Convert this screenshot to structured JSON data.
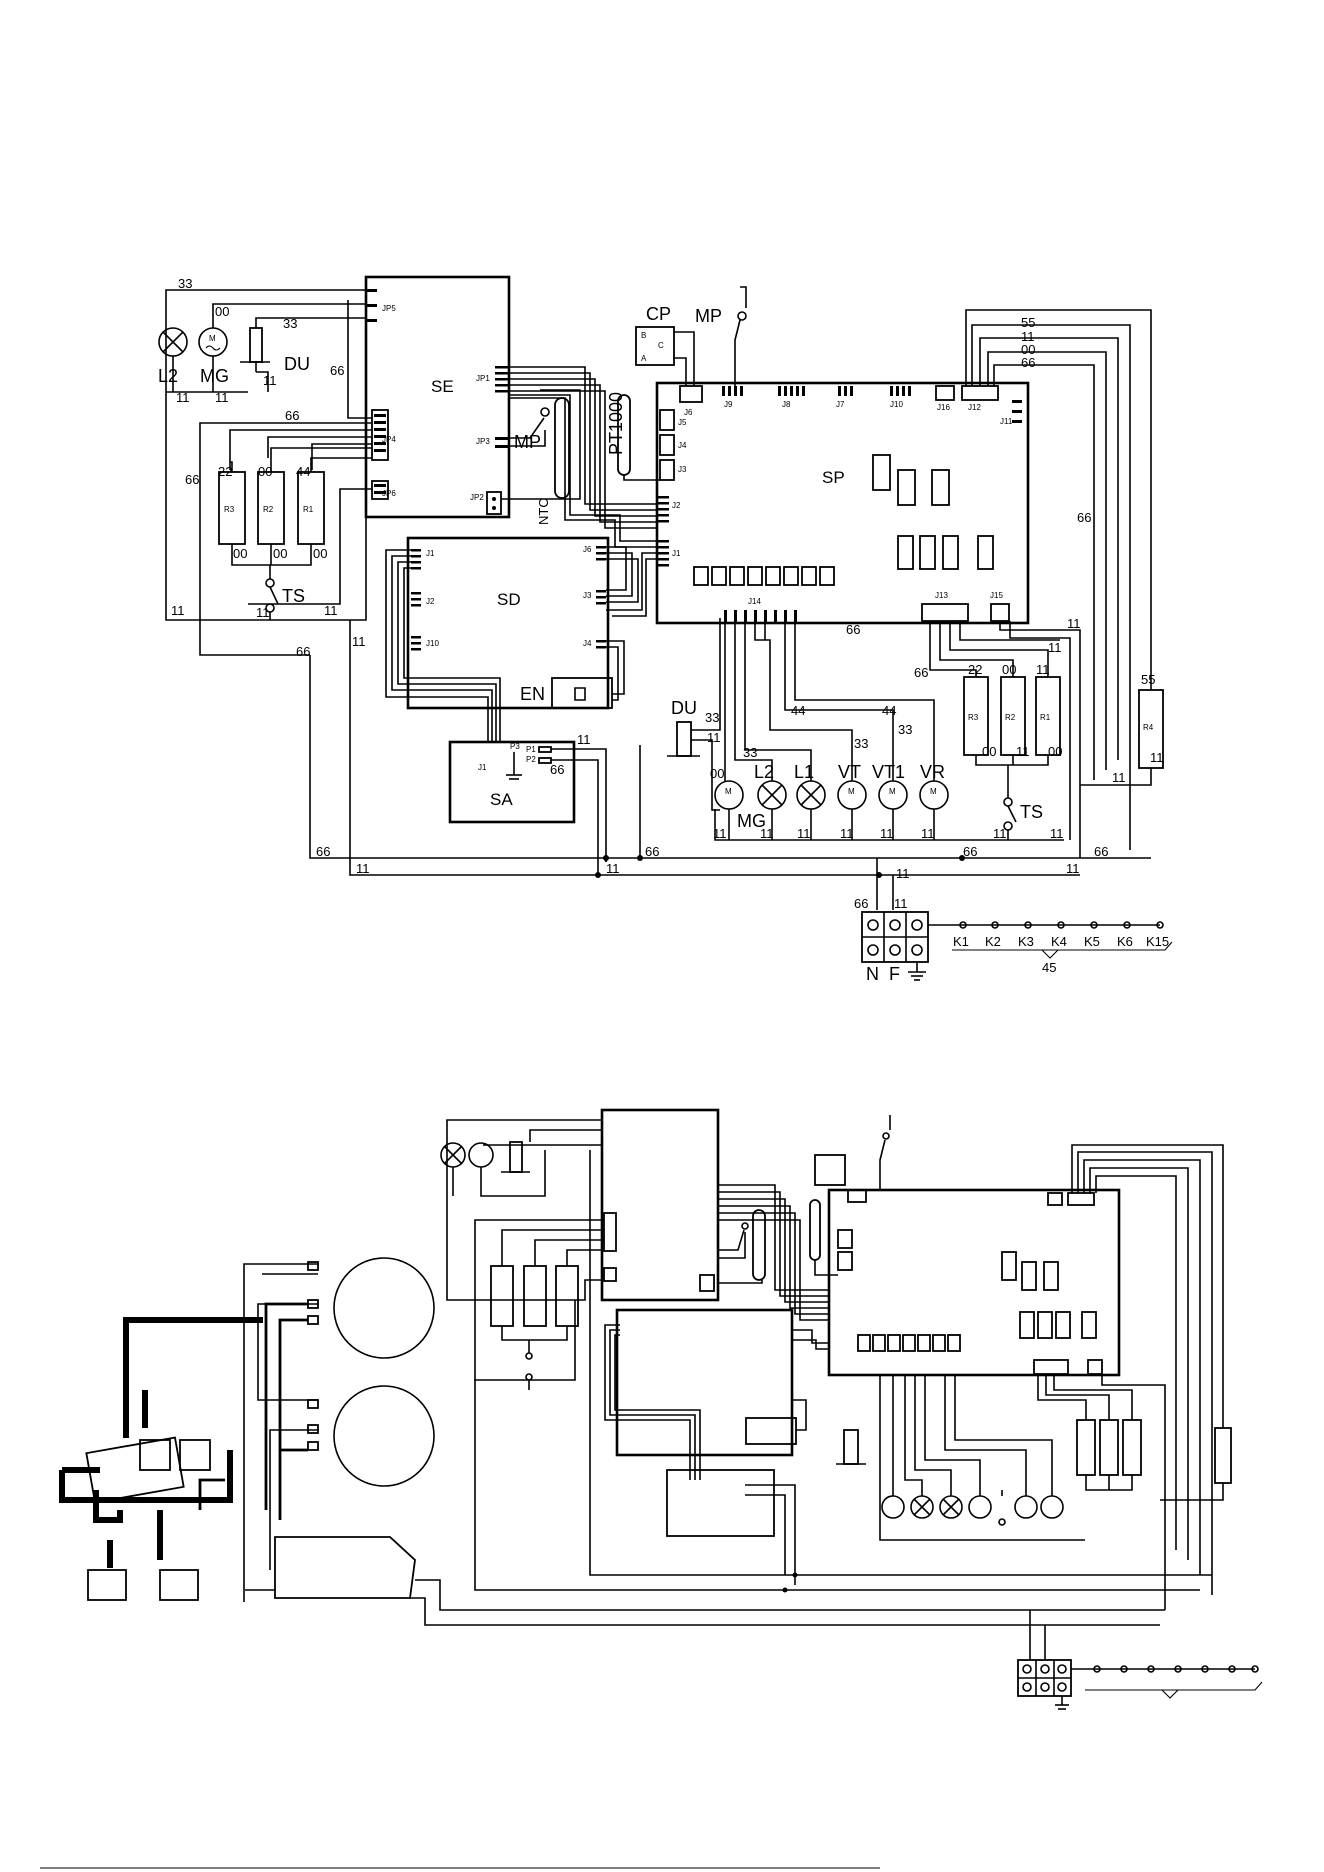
{
  "boards": {
    "se": "SE",
    "sp": "SP",
    "sd": "SD",
    "sa": "SA"
  },
  "connectors": {
    "jp1": "JP1",
    "jp2": "JP2",
    "jp3": "JP3",
    "jp4": "JP4",
    "jp5": "JP5",
    "jp6": "JP6",
    "j1": "J1",
    "j2": "J2",
    "j3": "J3",
    "j4": "J4",
    "j5": "J5",
    "j6": "J6",
    "j7": "J7",
    "j8": "J8",
    "j9": "J9",
    "j10": "J10",
    "j11": "J11",
    "j12": "J12",
    "j13": "J13",
    "j14": "J14",
    "j15": "J15",
    "j16": "J16",
    "p1": "P1",
    "p2": "P2",
    "p3": "P3",
    "one": "1"
  },
  "components": {
    "l1": "L1",
    "l2": "L2",
    "mg": "MG",
    "du": "DU",
    "mp": "MP",
    "ntc": "NTC",
    "pt1000": "PT1000",
    "cp": "CP",
    "ts": "TS",
    "en": "EN",
    "r1": "R1",
    "r2": "R2",
    "r3": "R3",
    "r4": "R4",
    "vt": "VT",
    "vt1": "VT1",
    "vr": "VR",
    "motor": "M",
    "cp_b": "B",
    "cp_c": "C",
    "cp_a": "A"
  },
  "wire_codes": {
    "c00": "00",
    "c11": "11",
    "c22": "22",
    "c33": "33",
    "c44": "44",
    "c55": "55",
    "c66": "66",
    "c45": "45"
  },
  "terminal": {
    "n": "N",
    "f": "F"
  },
  "keys": [
    "K1",
    "K2",
    "K3",
    "K4",
    "K5",
    "K6",
    "K15"
  ]
}
